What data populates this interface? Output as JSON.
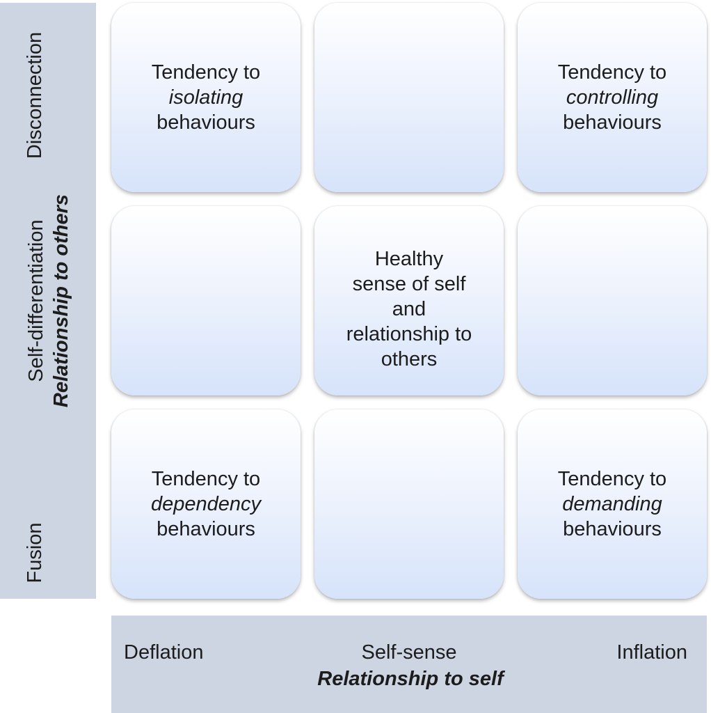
{
  "y_axis": {
    "top": "Disconnection",
    "middle": "Self-differentiation",
    "title": "Relationship to others",
    "bottom": "Fusion"
  },
  "x_axis": {
    "left": "Deflation",
    "middle": "Self-sense",
    "title": "Relationship to self",
    "right": "Inflation"
  },
  "cells": {
    "top_left": {
      "line1": "Tendency to",
      "line2": "isolating",
      "line3": "behaviours"
    },
    "top_center": {},
    "top_right": {
      "line1": "Tendency to",
      "line2": "controlling",
      "line3": "behaviours"
    },
    "middle_left": {},
    "center": {
      "line1": "Healthy",
      "line2": "sense of self",
      "line3": "and",
      "line4": "relationship to",
      "line5": "others"
    },
    "middle_right": {},
    "bottom_left": {
      "line1": "Tendency to",
      "line2": "dependency",
      "line3": "behaviours"
    },
    "bottom_center": {},
    "bottom_right": {
      "line1": "Tendency to",
      "line2": "demanding",
      "line3": "behaviours"
    }
  }
}
